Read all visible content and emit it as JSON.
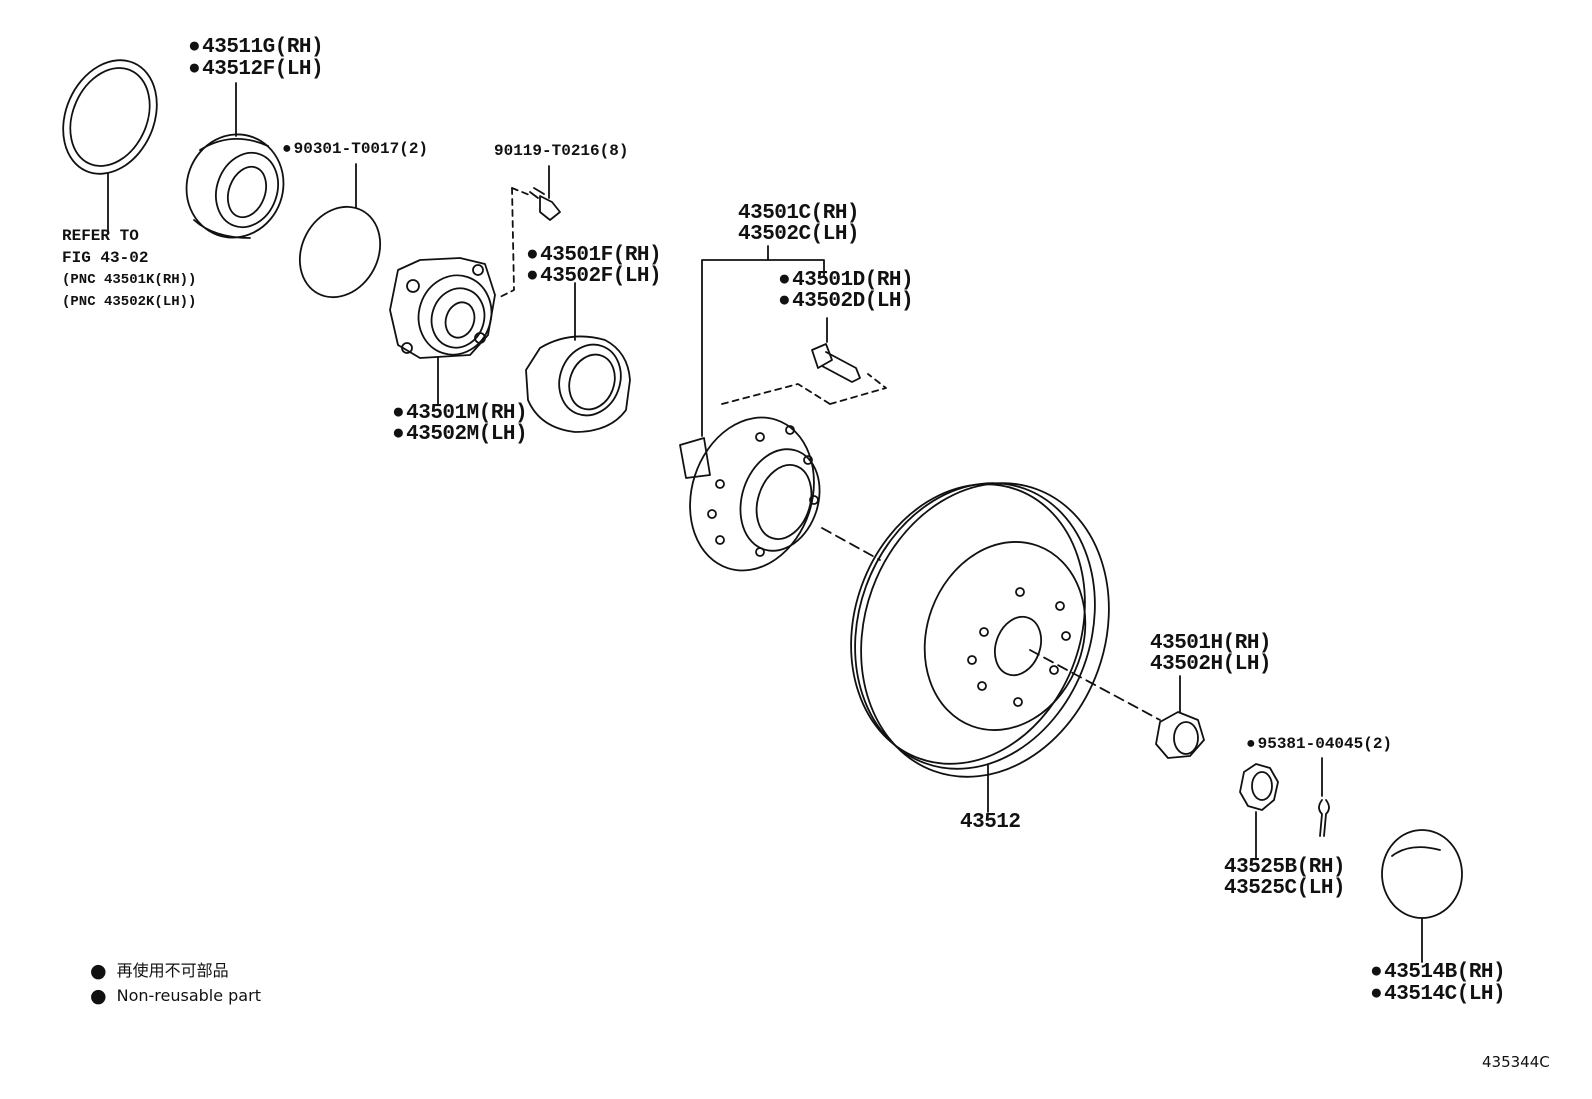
{
  "labels": {
    "seal_rh": "43511G(RH)",
    "seal_lh": "43512F(LH)",
    "refer_1": "REFER TO",
    "refer_2": "FIG 43-02",
    "refer_3": "(PNC 43501K(RH))",
    "refer_4": "(PNC 43502K(LH))",
    "oring": "90301-T0017(2)",
    "bolt": "90119-T0216(8)",
    "bearing_rh": "43501M(RH)",
    "bearing_lh": "43502M(LH)",
    "retainer_rh": "43501F(RH)",
    "retainer_lh": "43502F(LH)",
    "hub_rh": "43501C(RH)",
    "hub_lh": "43502C(LH)",
    "stud_rh": "43501D(RH)",
    "stud_lh": "43502D(LH)",
    "disc": "43512",
    "nut_rh": "43501H(RH)",
    "nut_lh": "43502H(LH)",
    "pin": "95381-04045(2)",
    "lock_rh": "43525B(RH)",
    "lock_lh": "43525C(LH)",
    "cap_rh": "43514B(RH)",
    "cap_lh": "43514C(LH)"
  },
  "legend": {
    "jp": "再使用不可部品",
    "en": "Non-reusable part"
  },
  "figure_code": "435344C"
}
